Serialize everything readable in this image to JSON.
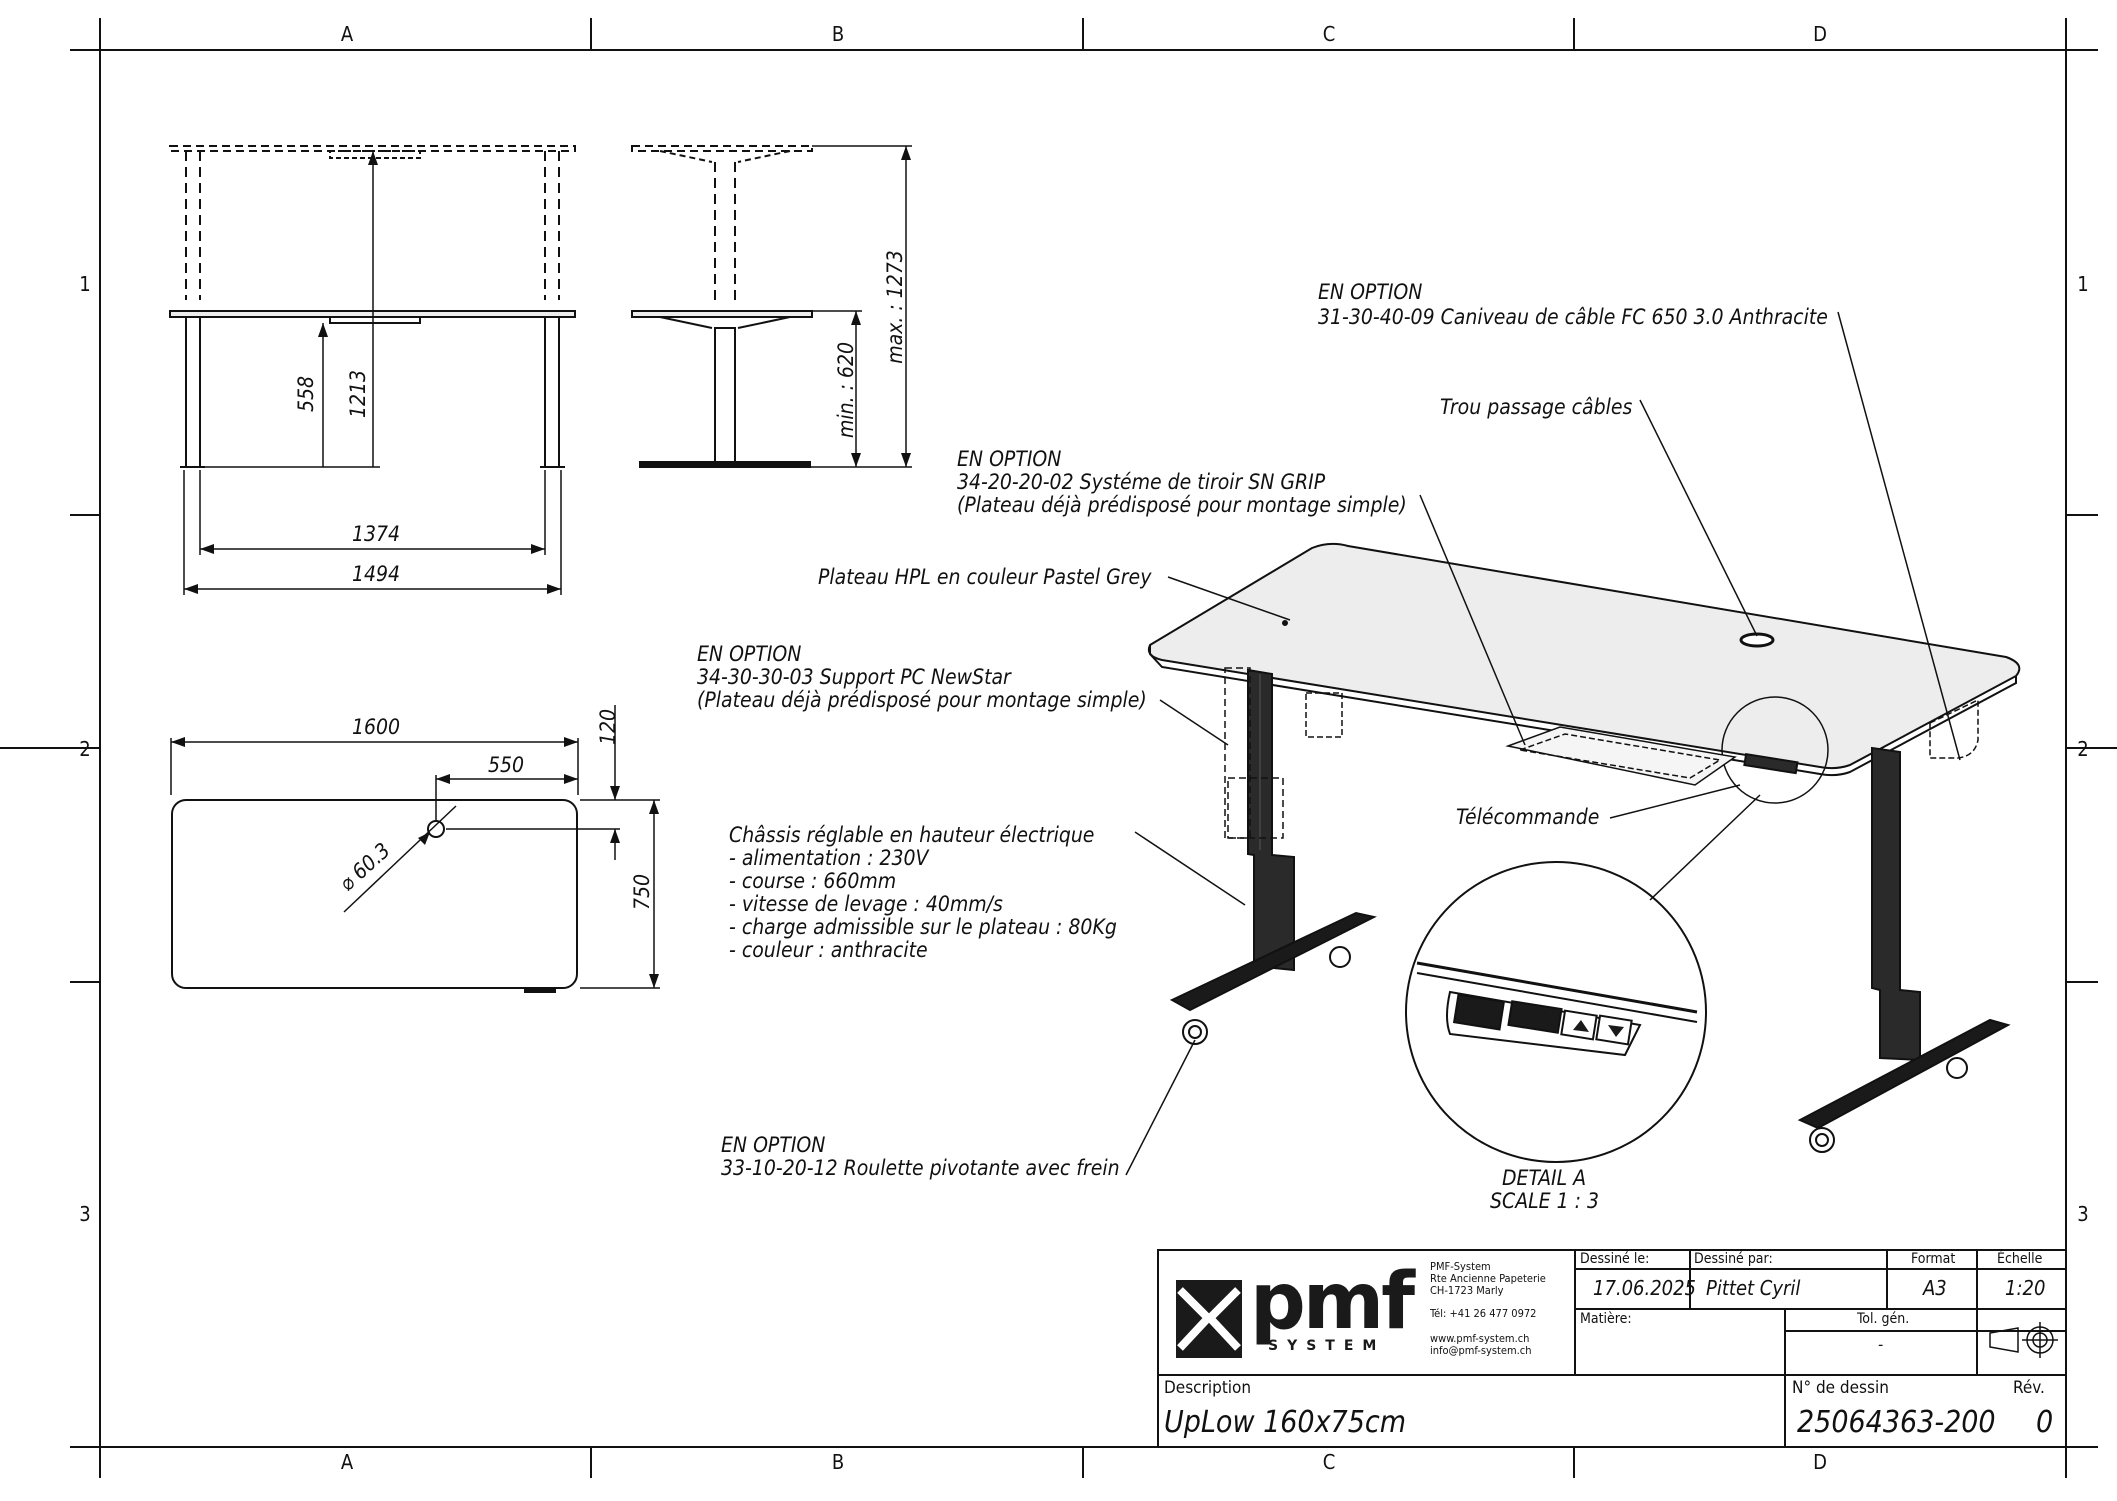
{
  "grid": {
    "columns": [
      "A",
      "B",
      "C",
      "D"
    ],
    "rows": [
      "1",
      "2",
      "3"
    ]
  },
  "dimensions": {
    "height_558": "558",
    "height_1213": "1213",
    "width_1374": "1374",
    "width_1494": "1494",
    "min_620": "min. : 620",
    "max_1273": "max. : 1273",
    "top_1600": "1600",
    "hole_550": "550",
    "hole_120": "120",
    "depth_750": "750",
    "hole_diameter": "⌀ 60.3"
  },
  "callouts": {
    "cable_tray": [
      "EN OPTION",
      "31-30-40-09 Caniveau de câble FC 650 3.0 Anthracite"
    ],
    "cable_hole": "Trou passage câbles",
    "drawer": [
      "EN OPTION",
      "34-20-20-02 Systéme de tiroir SN GRIP",
      "(Plateau déjà prédisposé pour montage simple)"
    ],
    "top": "Plateau HPL en couleur Pastel Grey",
    "pc_support": [
      "EN OPTION",
      "34-30-30-03 Support PC NewStar",
      "(Plateau déjà prédisposé pour montage simple)"
    ],
    "remote": "Télécommande",
    "frame": [
      "Châssis réglable en hauteur électrique",
      "- alimentation : 230V",
      "- course : 660mm",
      "- vitesse de levage : 40mm/s",
      "- charge admissible sur le plateau : 80Kg",
      "- couleur : anthracite"
    ],
    "caster": [
      "EN OPTION",
      "33-10-20-12 Roulette pivotante avec frein"
    ],
    "detail": [
      "DETAIL A",
      "SCALE 1 : 3"
    ]
  },
  "title_block": {
    "logo_text": "pmf",
    "logo_sub": "SYSTEM",
    "company_lines": [
      "PMF-System",
      "Rte Ancienne Papeterie",
      "CH-1723 Marly"
    ],
    "phone": "Tél:  +41 26 477 0972",
    "web_lines": [
      "www.pmf-system.ch",
      "info@pmf-system.ch"
    ],
    "drawn_on_label": "Dessiné le:",
    "drawn_on": "17.06.2025",
    "drawn_by_label": "Dessiné par:",
    "drawn_by": "Pittet Cyril",
    "format_label": "Format",
    "format": "A3",
    "scale_label": "Échelle",
    "scale": "1:20",
    "material_label": "Matière:",
    "tolerance_label": "Tol. gén.",
    "tolerance": "-",
    "description_label": "Description",
    "description": "UpLow 160x75cm",
    "drawing_no_label": "N° de dessin",
    "drawing_no": "25064363-200",
    "revision_label": "Rév.",
    "revision": "0"
  },
  "colors": {
    "line": "#111111",
    "frame_dark": "#1a1a1a",
    "top_fill": "#ededed",
    "logo_dark": "#1a1a1a"
  }
}
